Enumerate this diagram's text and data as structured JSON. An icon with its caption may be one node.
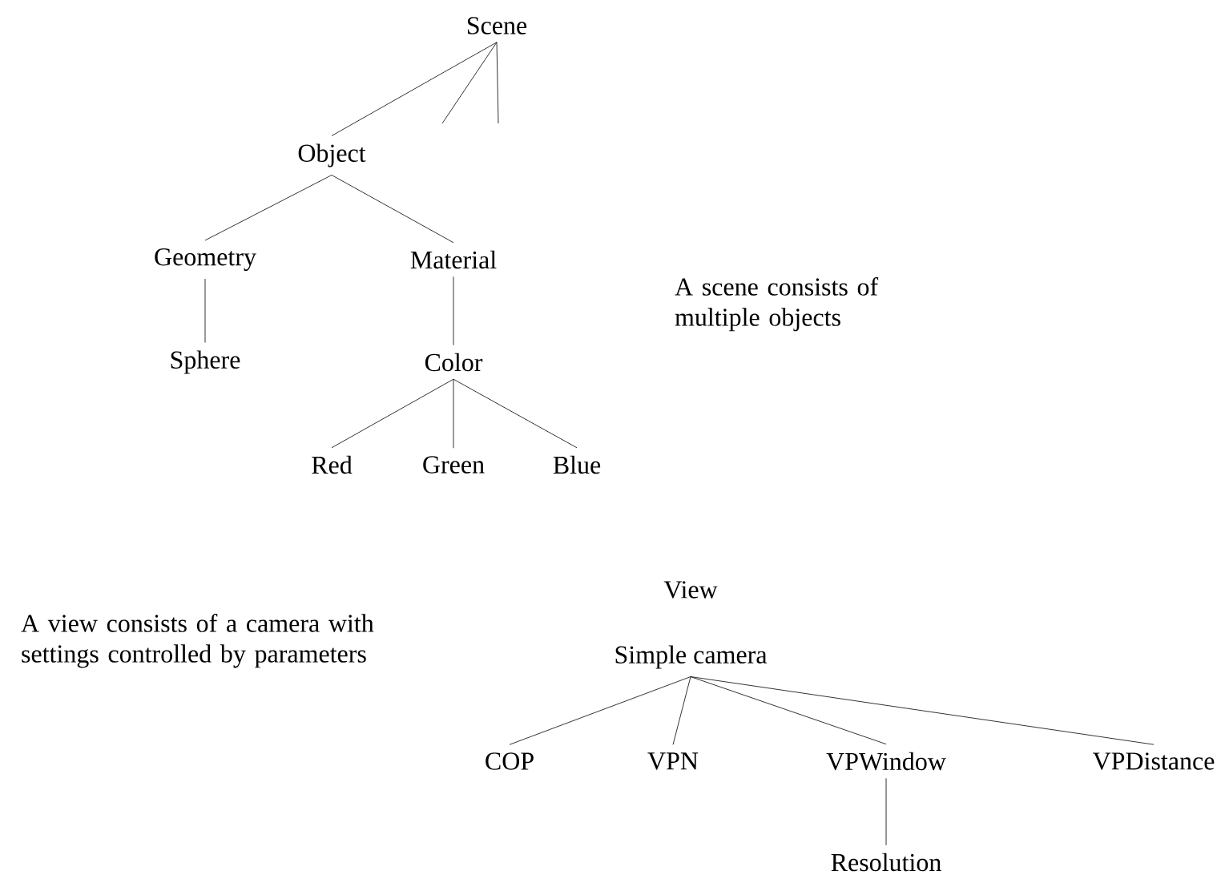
{
  "diagram": {
    "nodes": [
      {
        "text": [
          "Scene"
        ]
      },
      {
        "text": [
          "Object"
        ]
      },
      {
        "text": [
          "Geometry"
        ]
      },
      {
        "text": [
          "Material"
        ]
      },
      {
        "text": [
          "Sphere"
        ]
      },
      {
        "text": [
          "Color"
        ]
      },
      {
        "text": [
          "Red"
        ]
      },
      {
        "text": [
          "Green"
        ]
      },
      {
        "text": [
          "Blue"
        ]
      },
      {
        "text": [
          "Simple camera"
        ]
      },
      {
        "text": [
          "COP"
        ]
      },
      {
        "text": [
          "VPN"
        ]
      },
      {
        "text": [
          "VPWindow"
        ]
      },
      {
        "text": [
          "VPDistance"
        ]
      },
      {
        "text": [
          "Resolution"
        ]
      }
    ],
    "edges": [
      {
        "from": 0,
        "to": 1,
        "arrow": "none"
      },
      {
        "from": 0,
        "to": null,
        "arrow": "none"
      },
      {
        "from": 0,
        "to": null,
        "arrow": "none"
      },
      {
        "from": 1,
        "to": 2,
        "arrow": "none"
      },
      {
        "from": 1,
        "to": 3,
        "arrow": "none"
      },
      {
        "from": 2,
        "to": 4,
        "arrow": "none"
      },
      {
        "from": 3,
        "to": 5,
        "arrow": "none"
      },
      {
        "from": 5,
        "to": 6,
        "arrow": "none"
      },
      {
        "from": 5,
        "to": 7,
        "arrow": "none"
      },
      {
        "from": 5,
        "to": 8,
        "arrow": "none"
      },
      {
        "from": 9,
        "to": 10,
        "arrow": "none"
      },
      {
        "from": 9,
        "to": 11,
        "arrow": "none"
      },
      {
        "from": 9,
        "to": 12,
        "arrow": "none"
      },
      {
        "from": 9,
        "to": 13,
        "arrow": "none"
      },
      {
        "from": 12,
        "to": 14,
        "arrow": "none"
      }
    ],
    "labels": [
      "A scene consists of multiple objects",
      "View",
      "A view consists of a camera with settings controlled by parameters"
    ]
  }
}
